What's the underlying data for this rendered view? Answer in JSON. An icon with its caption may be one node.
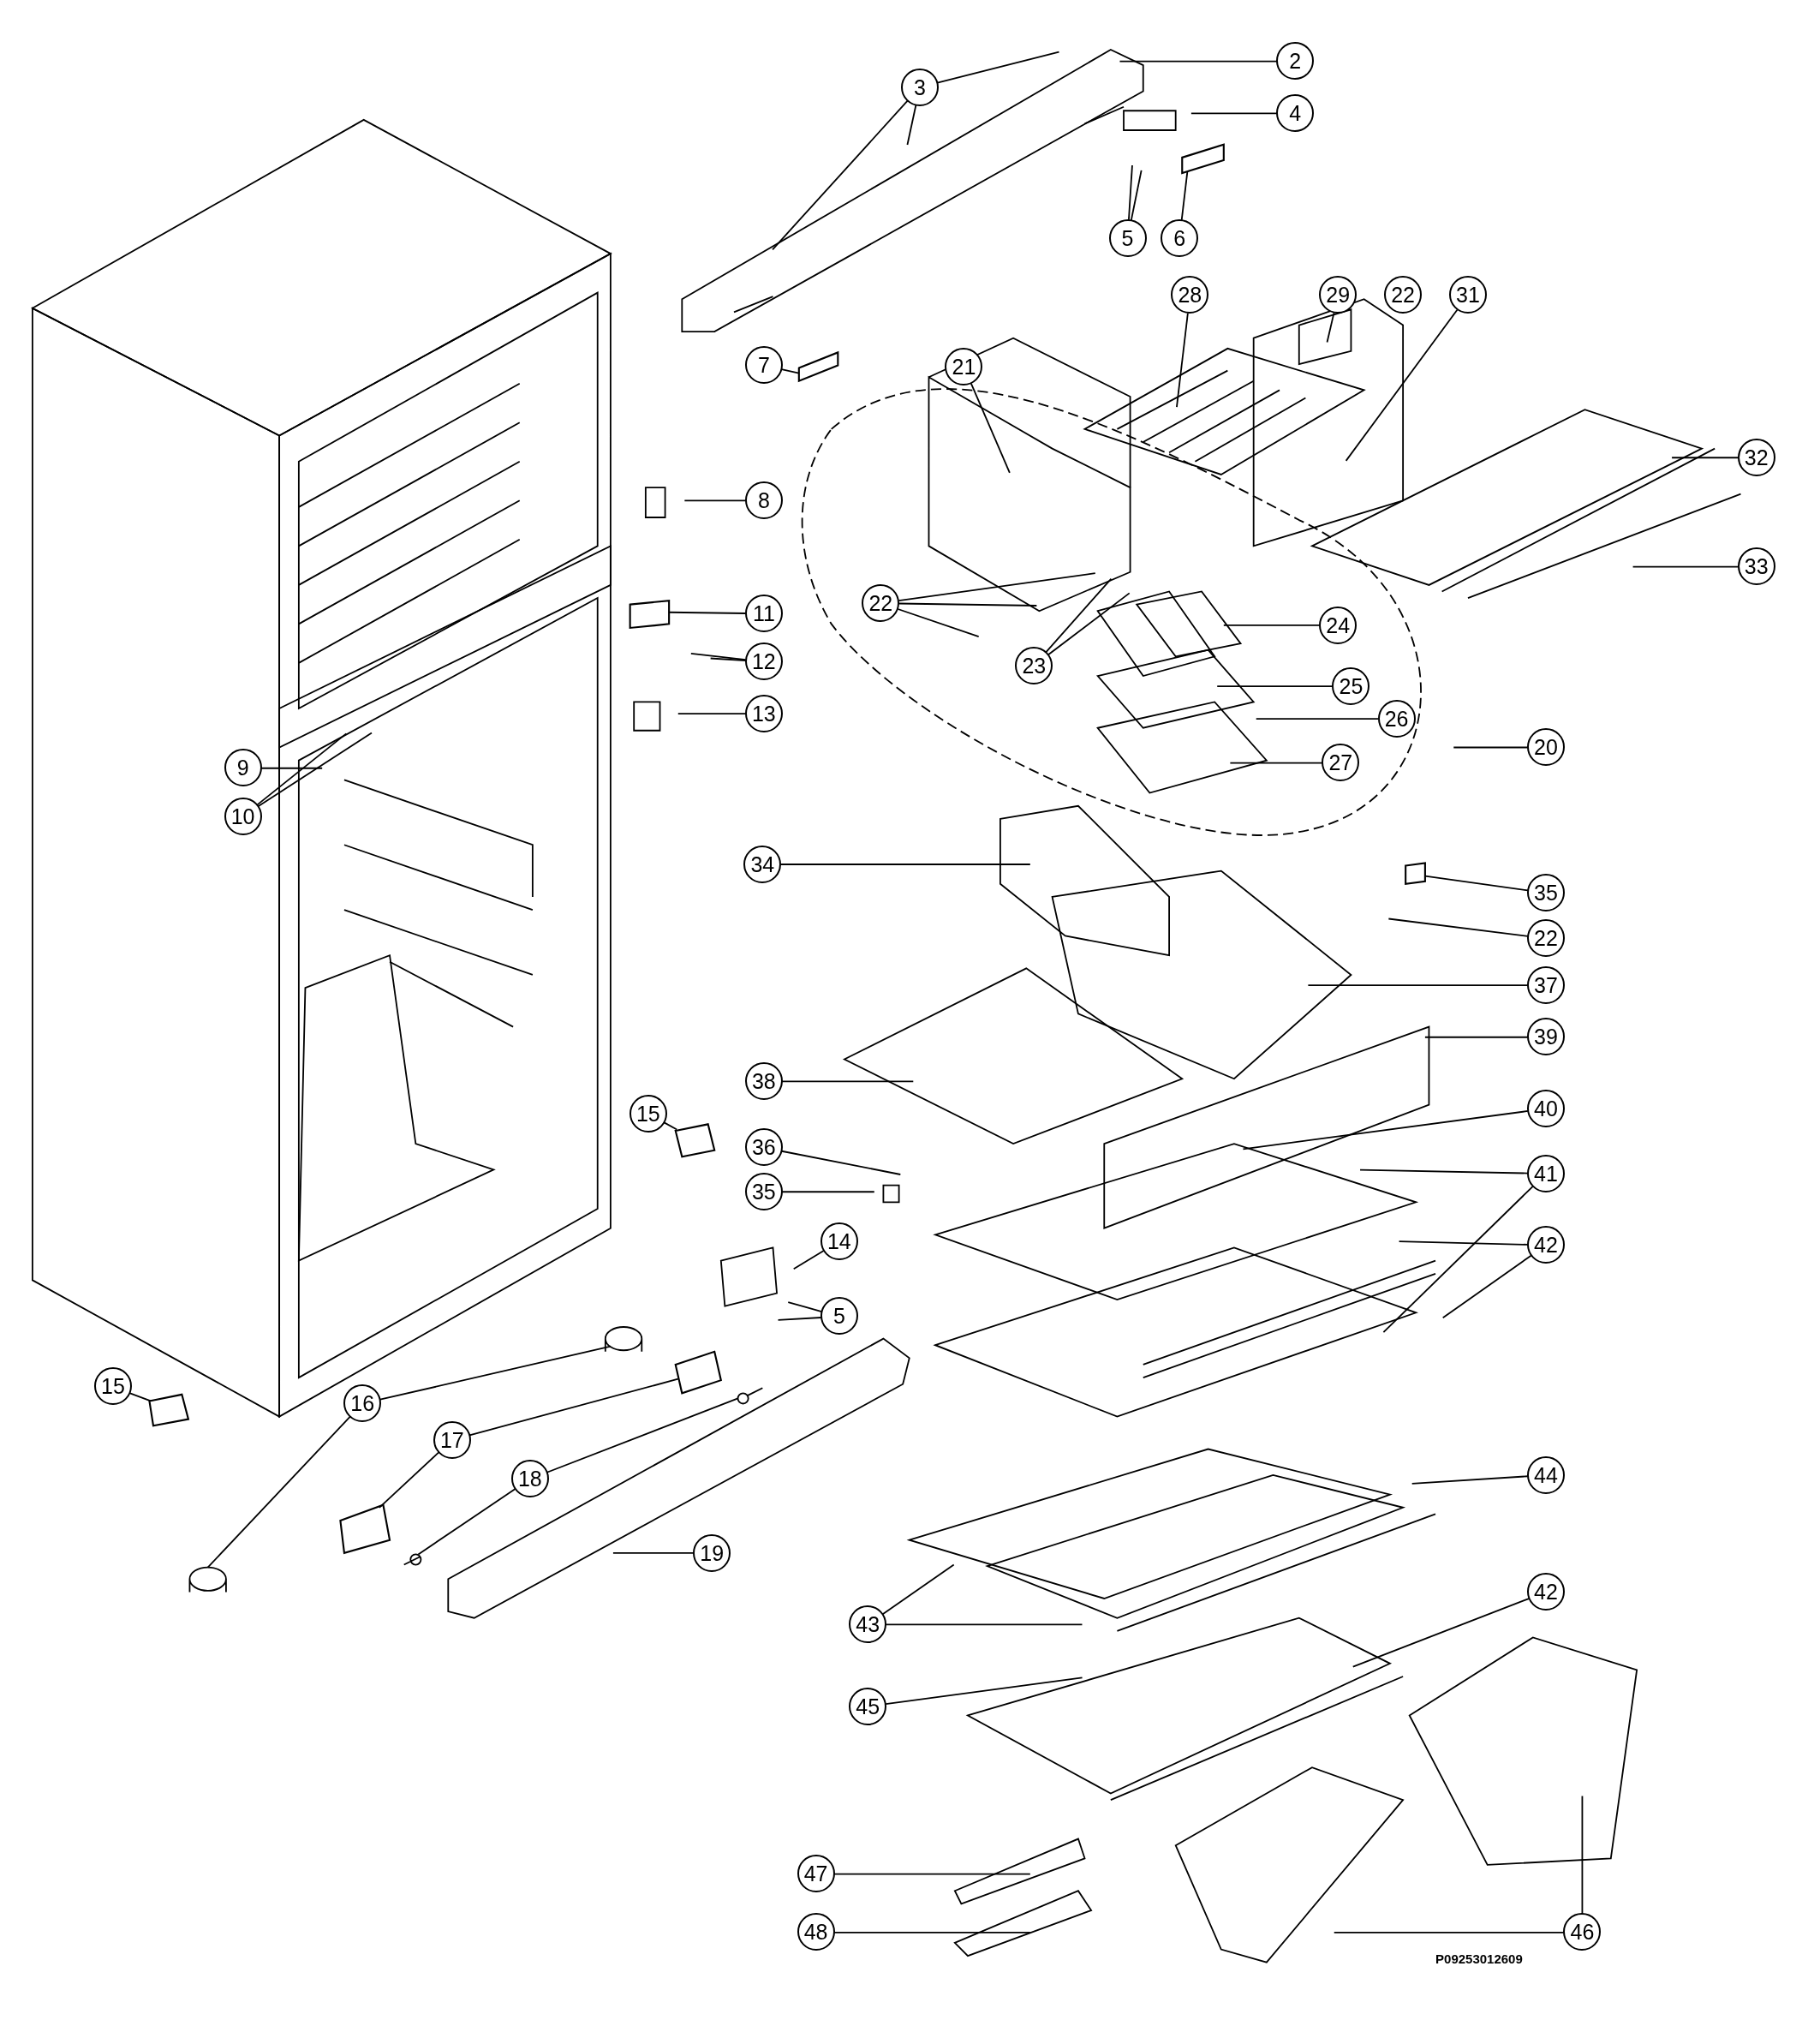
{
  "diagram": {
    "nodes": [
      {
        "text": [
          "2"
        ]
      },
      {
        "text": [
          "3"
        ]
      },
      {
        "text": [
          "4"
        ]
      },
      {
        "text": [
          "5"
        ]
      },
      {
        "text": [
          "6"
        ]
      },
      {
        "text": [
          "28"
        ]
      },
      {
        "text": [
          "29"
        ]
      },
      {
        "text": [
          "22"
        ]
      },
      {
        "text": [
          "31"
        ]
      },
      {
        "text": [
          "7"
        ]
      },
      {
        "text": [
          "21"
        ]
      },
      {
        "text": [
          "32"
        ]
      },
      {
        "text": [
          "8"
        ]
      },
      {
        "text": [
          "33"
        ]
      },
      {
        "text": [
          "22"
        ]
      },
      {
        "text": [
          "11"
        ]
      },
      {
        "text": [
          "24"
        ]
      },
      {
        "text": [
          "12"
        ]
      },
      {
        "text": [
          "23"
        ]
      },
      {
        "text": [
          "25"
        ]
      },
      {
        "text": [
          "13"
        ]
      },
      {
        "text": [
          "26"
        ]
      },
      {
        "text": [
          "20"
        ]
      },
      {
        "text": [
          "27"
        ]
      },
      {
        "text": [
          "9"
        ]
      },
      {
        "text": [
          "10"
        ]
      },
      {
        "text": [
          "34"
        ]
      },
      {
        "text": [
          "35"
        ]
      },
      {
        "text": [
          "22"
        ]
      },
      {
        "text": [
          "37"
        ]
      },
      {
        "text": [
          "39"
        ]
      },
      {
        "text": [
          "38"
        ]
      },
      {
        "text": [
          "40"
        ]
      },
      {
        "text": [
          "15"
        ]
      },
      {
        "text": [
          "36"
        ]
      },
      {
        "text": [
          "41"
        ]
      },
      {
        "text": [
          "35"
        ]
      },
      {
        "text": [
          "14"
        ]
      },
      {
        "text": [
          "42"
        ]
      },
      {
        "text": [
          "5"
        ]
      },
      {
        "text": [
          "15"
        ]
      },
      {
        "text": [
          "16"
        ]
      },
      {
        "text": [
          "17"
        ]
      },
      {
        "text": [
          "18"
        ]
      },
      {
        "text": [
          "44"
        ]
      },
      {
        "text": [
          "19"
        ]
      },
      {
        "text": [
          "42"
        ]
      },
      {
        "text": [
          "43"
        ]
      },
      {
        "text": [
          "45"
        ]
      },
      {
        "text": [
          "47"
        ]
      },
      {
        "text": [
          "46"
        ]
      },
      {
        "text": [
          "48"
        ]
      },
      {
        "text": [],
        "shape": "box"
      },
      {
        "text": [],
        "shape": "box"
      },
      {
        "text": [],
        "shape": "box"
      },
      {
        "text": [],
        "shape": "box"
      },
      {
        "text": [],
        "shape": "box"
      },
      {
        "text": [],
        "shape": "box"
      },
      {
        "text": [],
        "shape": "picture"
      },
      {
        "text": [],
        "shape": "picture"
      },
      {
        "text": [],
        "shape": "box"
      },
      {
        "text": [],
        "shape": "box"
      },
      {
        "text": [],
        "shape": "picture"
      },
      {
        "text": [],
        "shape": "picture"
      }
    ],
    "edges": [
      {
        "from": 0,
        "to": null,
        "arrow": "none"
      },
      {
        "from": 1,
        "to": null,
        "arrow": "none"
      },
      {
        "from": 1,
        "to": null,
        "arrow": "none"
      },
      {
        "from": 1,
        "to": null,
        "arrow": "none"
      },
      {
        "from": 2,
        "to": null,
        "arrow": "none"
      },
      {
        "from": 3,
        "to": null,
        "arrow": "none"
      },
      {
        "from": 3,
        "to": null,
        "arrow": "none"
      },
      {
        "from": 4,
        "to": 52,
        "arrow": "none"
      },
      {
        "from": 5,
        "to": null,
        "arrow": "none"
      },
      {
        "from": 6,
        "to": null,
        "arrow": "none"
      },
      {
        "from": 7,
        "to": null,
        "arrow": "none"
      },
      {
        "from": 8,
        "to": null,
        "arrow": "none"
      },
      {
        "from": 9,
        "to": 53,
        "arrow": "none"
      },
      {
        "from": 10,
        "to": null,
        "arrow": "none"
      },
      {
        "from": 11,
        "to": null,
        "arrow": "none"
      },
      {
        "from": 12,
        "to": null,
        "arrow": "none"
      },
      {
        "from": 13,
        "to": null,
        "arrow": "none"
      },
      {
        "from": 14,
        "to": null,
        "arrow": "none"
      },
      {
        "from": 14,
        "to": null,
        "arrow": "none"
      },
      {
        "from": 14,
        "to": null,
        "arrow": "none"
      },
      {
        "from": 15,
        "to": 54,
        "arrow": "none"
      },
      {
        "from": 16,
        "to": null,
        "arrow": "none"
      },
      {
        "from": 17,
        "to": null,
        "arrow": "none"
      },
      {
        "from": 17,
        "to": null,
        "arrow": "none"
      },
      {
        "from": 18,
        "to": null,
        "arrow": "none"
      },
      {
        "from": 18,
        "to": null,
        "arrow": "none"
      },
      {
        "from": 19,
        "to": null,
        "arrow": "none"
      },
      {
        "from": 20,
        "to": null,
        "arrow": "none"
      },
      {
        "from": 21,
        "to": null,
        "arrow": "none"
      },
      {
        "from": 22,
        "to": null,
        "arrow": "none"
      },
      {
        "from": 23,
        "to": null,
        "arrow": "none"
      },
      {
        "from": 24,
        "to": null,
        "arrow": "none"
      },
      {
        "from": 25,
        "to": null,
        "arrow": "none"
      },
      {
        "from": 25,
        "to": null,
        "arrow": "none"
      },
      {
        "from": 26,
        "to": null,
        "arrow": "none"
      },
      {
        "from": 27,
        "to": 55,
        "arrow": "none"
      },
      {
        "from": 28,
        "to": null,
        "arrow": "none"
      },
      {
        "from": 29,
        "to": null,
        "arrow": "none"
      },
      {
        "from": 30,
        "to": null,
        "arrow": "none"
      },
      {
        "from": 31,
        "to": null,
        "arrow": "none"
      },
      {
        "from": 32,
        "to": null,
        "arrow": "none"
      },
      {
        "from": 33,
        "to": 56,
        "arrow": "none"
      },
      {
        "from": 34,
        "to": null,
        "arrow": "none"
      },
      {
        "from": 35,
        "to": null,
        "arrow": "none"
      },
      {
        "from": 35,
        "to": null,
        "arrow": "none"
      },
      {
        "from": 36,
        "to": null,
        "arrow": "none"
      },
      {
        "from": 37,
        "to": null,
        "arrow": "none"
      },
      {
        "from": 38,
        "to": null,
        "arrow": "none"
      },
      {
        "from": 38,
        "to": null,
        "arrow": "none"
      },
      {
        "from": 39,
        "to": null,
        "arrow": "none"
      },
      {
        "from": 39,
        "to": null,
        "arrow": "none"
      },
      {
        "from": 40,
        "to": 57,
        "arrow": "none"
      },
      {
        "from": 41,
        "to": 58,
        "arrow": "none"
      },
      {
        "from": 41,
        "to": 59,
        "arrow": "none"
      },
      {
        "from": 42,
        "to": 60,
        "arrow": "none"
      },
      {
        "from": 42,
        "to": 61,
        "arrow": "none"
      },
      {
        "from": 43,
        "to": 62,
        "arrow": "none"
      },
      {
        "from": 43,
        "to": 63,
        "arrow": "none"
      },
      {
        "from": 44,
        "to": null,
        "arrow": "none"
      },
      {
        "from": 45,
        "to": null,
        "arrow": "none"
      },
      {
        "from": 46,
        "to": null,
        "arrow": "none"
      },
      {
        "from": 47,
        "to": null,
        "arrow": "none"
      },
      {
        "from": 47,
        "to": null,
        "arrow": "none"
      },
      {
        "from": 48,
        "to": null,
        "arrow": "none"
      },
      {
        "from": 49,
        "to": null,
        "arrow": "none"
      },
      {
        "from": 50,
        "to": null,
        "arrow": "none"
      },
      {
        "from": 50,
        "to": null,
        "arrow": "none"
      },
      {
        "from": 51,
        "to": null,
        "arrow": "none"
      }
    ],
    "labels": [
      "P09253012609"
    ]
  }
}
